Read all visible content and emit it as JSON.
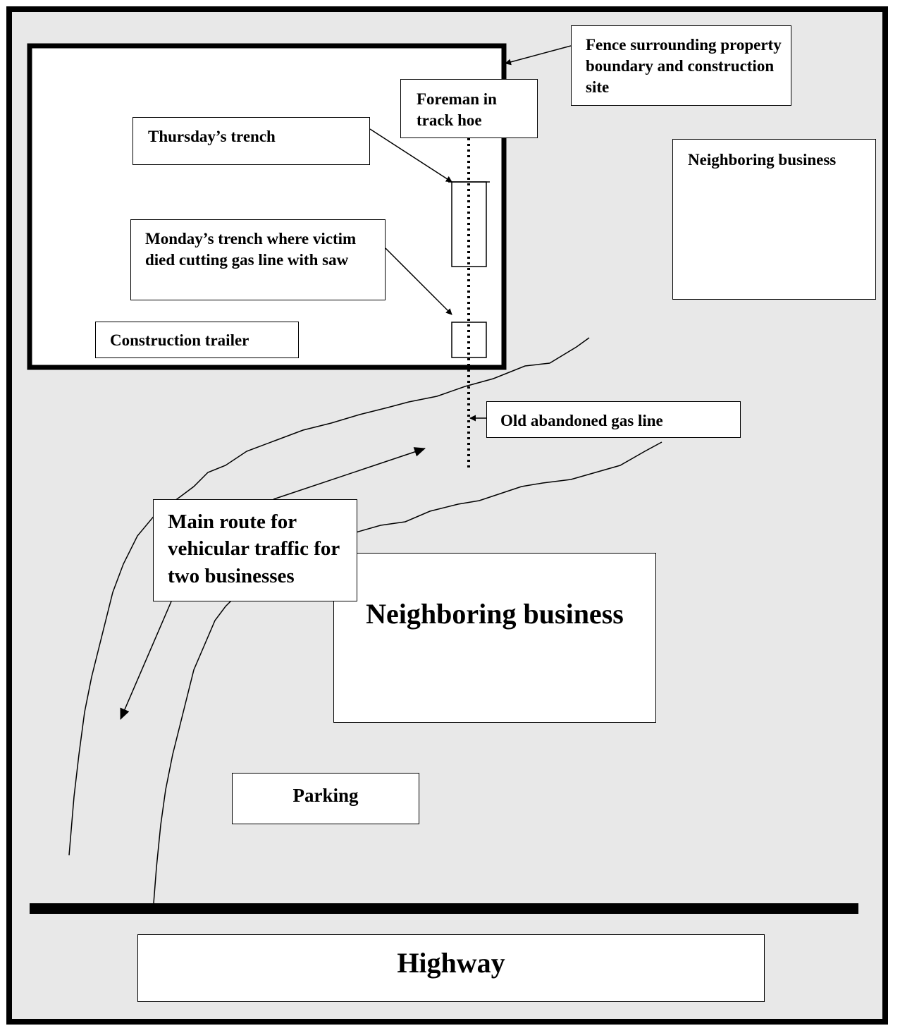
{
  "labels": {
    "fence": "Fence surrounding property boundary and construction site",
    "foreman": "Foreman in track hoe",
    "thursday_trench": "Thursday’s trench",
    "monday_trench": "Monday’s trench where victim died cutting gas line with saw",
    "trailer": "Construction trailer",
    "neighbor_small": "Neighboring business",
    "gas_line": "Old abandoned gas line",
    "route": "Main route for vehicular traffic for two businesses",
    "neighbor_large": "Neighboring business",
    "parking": "Parking",
    "highway": "Highway"
  },
  "colors": {
    "background": "#e8e8e8",
    "box": "#ffffff",
    "ink": "#000000"
  }
}
